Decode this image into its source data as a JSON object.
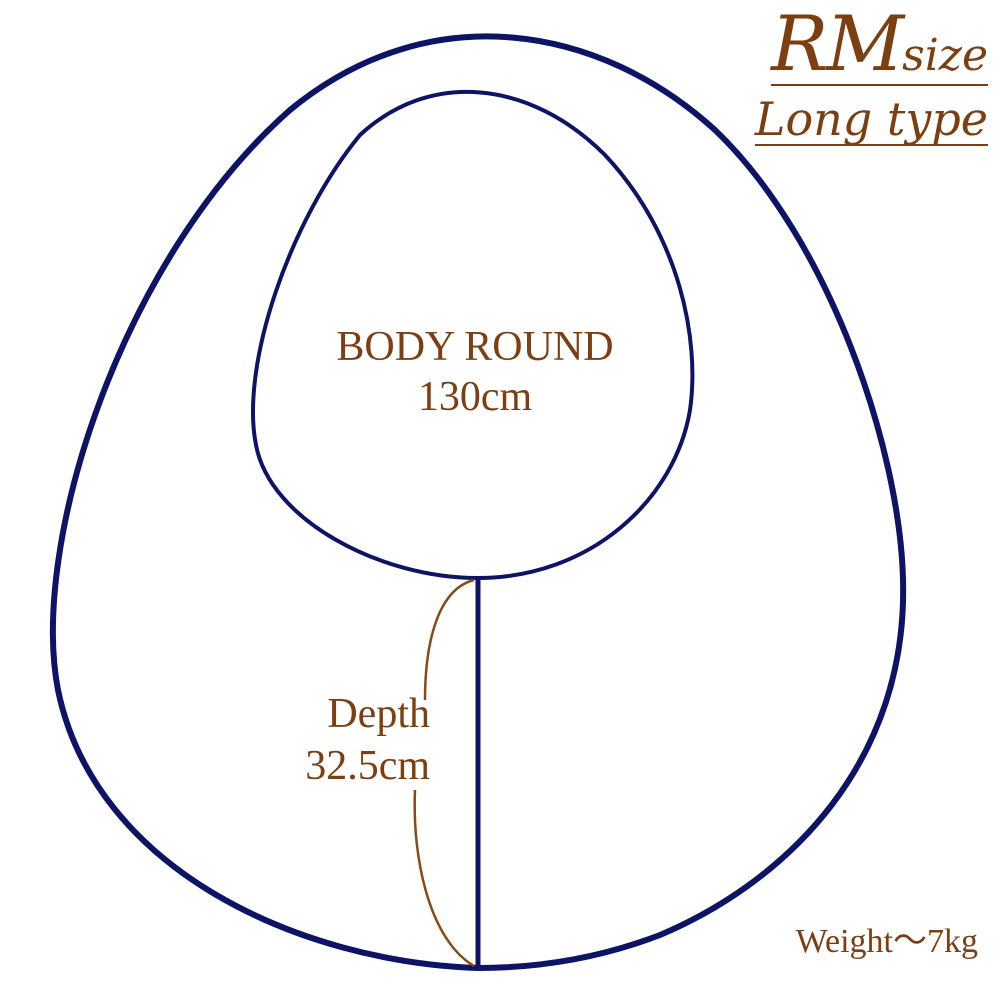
{
  "title": {
    "size_main": "RM",
    "size_sub": "size",
    "type": "Long type"
  },
  "body_round": {
    "label": "BODY ROUND",
    "value": "130cm"
  },
  "depth": {
    "label": "Depth",
    "value": "32.5cm"
  },
  "weight": {
    "text": "Weight～7kg"
  },
  "colors": {
    "outline": "#0D1466",
    "text": "#7B3F12",
    "bracket": "#8A4A14",
    "background": "#FFFFFF"
  }
}
